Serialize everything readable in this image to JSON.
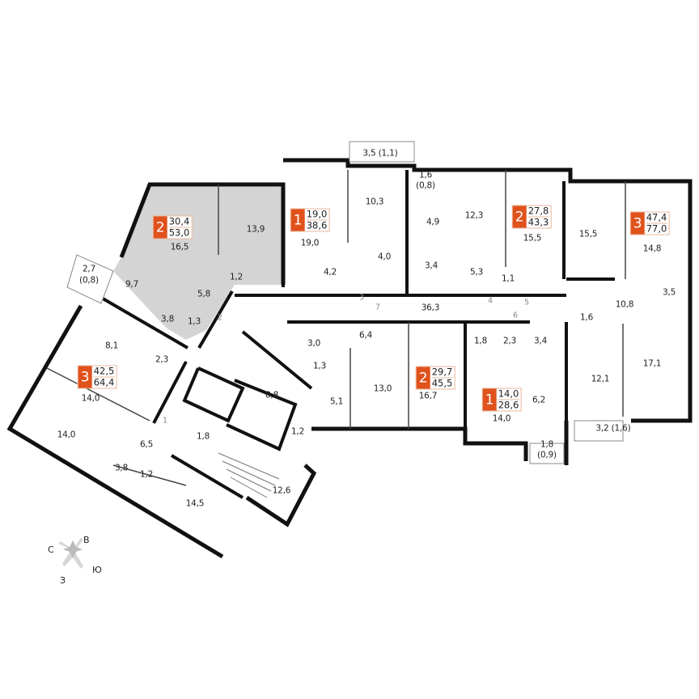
{
  "accent_color": "#e0521c",
  "highlight_color": "#d4d4d4",
  "apartments": [
    {
      "rooms": "2",
      "living": "30,4",
      "total": "53,0",
      "highlighted": true
    },
    {
      "rooms": "1",
      "living": "19,0",
      "total": "38,6"
    },
    {
      "rooms": "2",
      "living": "27,8",
      "total": "43,3"
    },
    {
      "rooms": "3",
      "living": "47,4",
      "total": "77,0"
    },
    {
      "rooms": "3",
      "living": "42,5",
      "total": "64,4"
    },
    {
      "rooms": "2",
      "living": "29,7",
      "total": "45,5"
    },
    {
      "rooms": "1",
      "living": "14,0",
      "total": "28,6"
    }
  ],
  "rooms": [
    "16,5",
    "13,9",
    "2,7",
    "(0,8)",
    "9,7",
    "1,2",
    "5,8",
    "3,8",
    "1,3",
    "19,0",
    "10,3",
    "4,2",
    "4,0",
    "3,5 (1,1)",
    "1,6",
    "(0,8)",
    "4,9",
    "12,3",
    "15,5",
    "3,4",
    "5,3",
    "1,1",
    "15,5",
    "14,8",
    "3,5",
    "10,8",
    "36,3",
    "1,6",
    "8,1",
    "2,3",
    "14,0",
    "14,0",
    "6,5",
    "3,8",
    "1,2",
    "14,5",
    "12,6",
    "8,8",
    "1,8",
    "1,2",
    "3,0",
    "1,3",
    "5,1",
    "6,4",
    "13,0",
    "16,7",
    "1,8",
    "2,3",
    "3,4",
    "14,0",
    "6,2",
    "1,8",
    "(0,9)",
    "12,1",
    "17,1",
    "3,2 (1,6)"
  ],
  "doors": [
    "1",
    "2",
    "3",
    "4",
    "5",
    "6",
    "7"
  ],
  "compass": {
    "north": "С",
    "east": "В",
    "south": "Ю",
    "west": "З"
  }
}
